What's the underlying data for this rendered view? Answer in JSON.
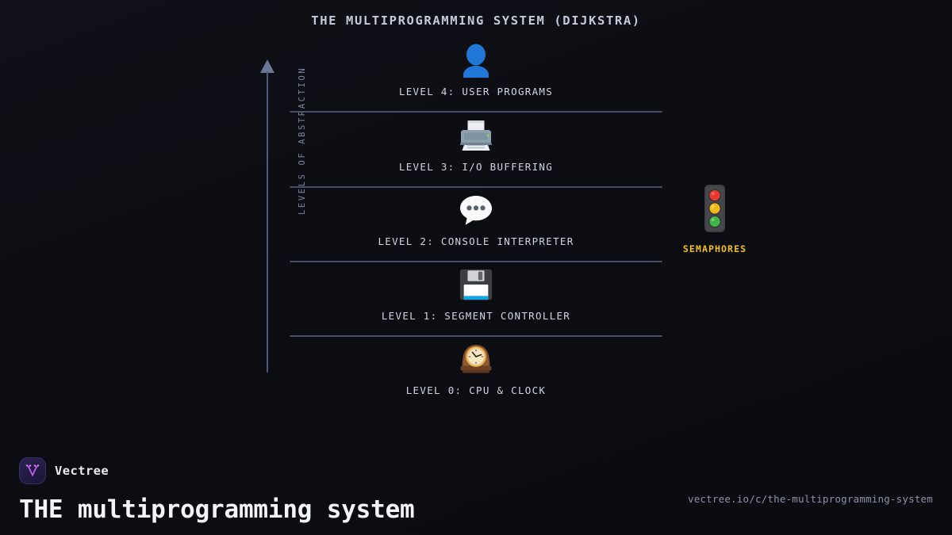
{
  "chart_data": {
    "type": "diagram",
    "title": "THE MULTIPROGRAMMING SYSTEM (DIJKSTRA)",
    "ylabel": "LEVELS OF ABSTRACTION",
    "axis_direction": "up",
    "categories": [
      "LEVEL 4: USER PROGRAMS",
      "LEVEL 3: I/O BUFFERING",
      "LEVEL 2: CONSOLE INTERPRETER",
      "LEVEL 1: SEGMENT CONTROLLER",
      "LEVEL 0: CPU & CLOCK"
    ],
    "values": [
      4,
      3,
      2,
      1,
      0
    ],
    "annotations": [
      "SEMAPHORES"
    ],
    "legend": "none",
    "grid": false
  },
  "diagram": {
    "title": "THE MULTIPROGRAMMING SYSTEM (DIJKSTRA)",
    "axis_label": "LEVELS OF ABSTRACTION",
    "levels": [
      {
        "id": 4,
        "label": "LEVEL 4: USER PROGRAMS",
        "icon": "user-bust-icon"
      },
      {
        "id": 3,
        "label": "LEVEL 3: I/O BUFFERING",
        "icon": "printer-icon"
      },
      {
        "id": 2,
        "label": "LEVEL 2: CONSOLE INTERPRETER",
        "icon": "speech-balloon-icon"
      },
      {
        "id": 1,
        "label": "LEVEL 1: SEGMENT CONTROLLER",
        "icon": "floppy-disk-icon"
      },
      {
        "id": 0,
        "label": "LEVEL 0: CPU & CLOCK",
        "icon": "mantelpiece-clock-icon"
      }
    ],
    "side_note": {
      "label": "SEMAPHORES",
      "icon": "traffic-light-icon",
      "color": "#f2c018"
    }
  },
  "footer": {
    "brand": "Vectree",
    "logo_icon": "vectree-logo-icon",
    "title": "THE multiprogramming system",
    "url": "vectree.io/c/the-multiprogramming-system"
  },
  "colors": {
    "background": "#0d0e14",
    "title": "#c3cada",
    "label": "#cfd5e2",
    "axis": "#4e5a73",
    "divider": "#46536c",
    "accent_gold": "#f2c018",
    "brand_purple": "#b558e8"
  }
}
